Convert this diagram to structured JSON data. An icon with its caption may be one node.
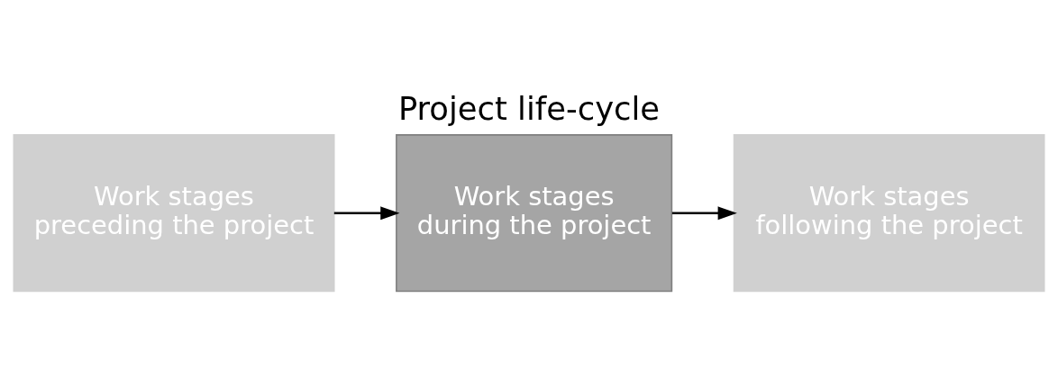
{
  "diagram": {
    "title": "Project life-cycle",
    "nodes": [
      {
        "text": [
          "Work stages preceding the project"
        ]
      },
      {
        "text": [
          "Work stages during the project"
        ]
      },
      {
        "text": [
          "Work stages following the project"
        ]
      }
    ],
    "edges": [
      {
        "from": 0,
        "to": 1,
        "arrow": "to"
      },
      {
        "from": 1,
        "to": 2,
        "arrow": "to"
      }
    ]
  }
}
